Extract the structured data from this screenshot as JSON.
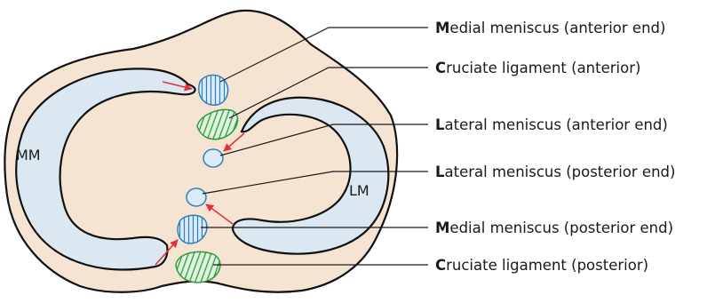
{
  "diagram": {
    "colors": {
      "tibia_surface": "#f5e4d2",
      "meniscus": "#dce8f1",
      "attachment_blue": "#dcebf8",
      "attachment_blue_stroke": "#2f7fc0",
      "cruciate_green": "#dff3df",
      "cruciate_green_stroke": "#2e9a3c",
      "arrow": "#e0303a",
      "outline": "#111111"
    },
    "regions": {
      "medial": "MM",
      "lateral": "LM"
    },
    "labels": [
      {
        "first": "M",
        "rest": "edial meniscus (anterior end)"
      },
      {
        "first": "C",
        "rest": "ruciate ligament (anterior)"
      },
      {
        "first": "L",
        "rest": "ateral meniscus (anterior end)"
      },
      {
        "first": "L",
        "rest": "ateral meniscus (posterior end)"
      },
      {
        "first": "M",
        "rest": "edial meniscus (posterior end)"
      },
      {
        "first": "C",
        "rest": "ruciate ligament (posterior)"
      }
    ]
  }
}
